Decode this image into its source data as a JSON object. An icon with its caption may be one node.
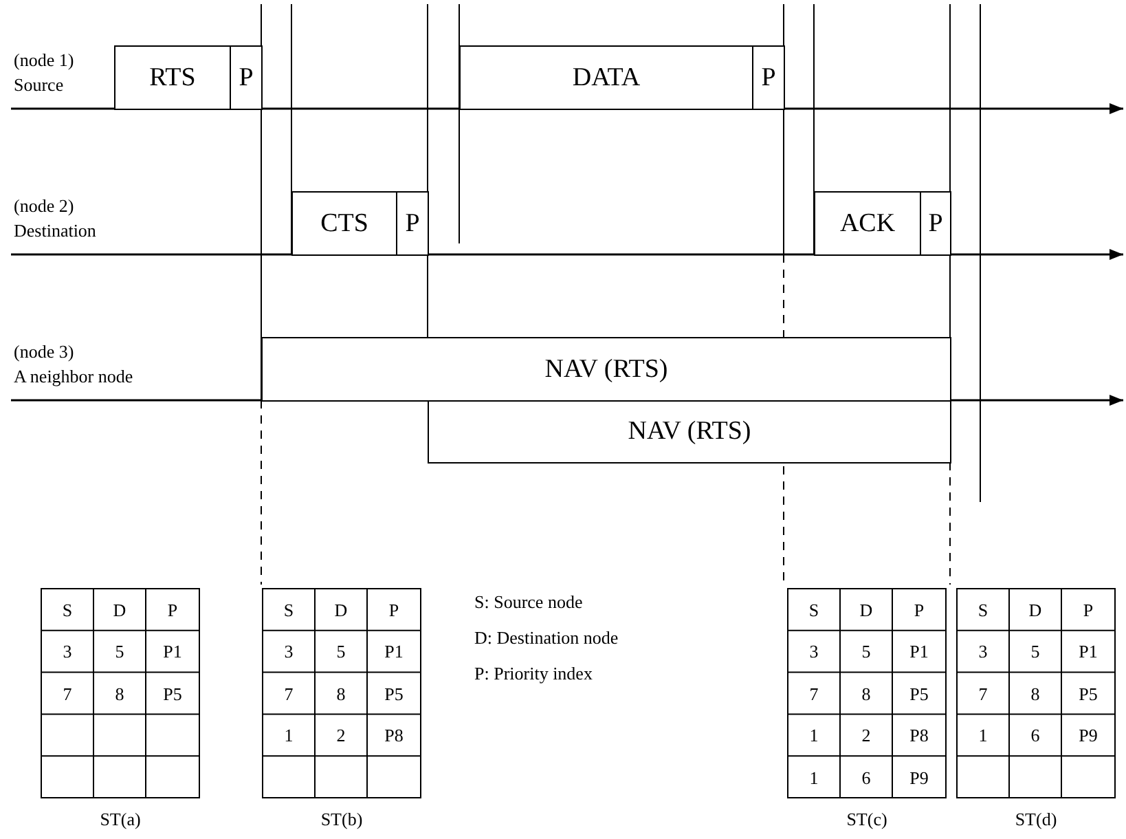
{
  "diagram": {
    "nodes": [
      {
        "text": [
          "RTS"
        ]
      },
      {
        "text": [
          "P"
        ]
      },
      {
        "text": [
          "DATA"
        ]
      },
      {
        "text": [
          "P"
        ]
      },
      {
        "text": [
          "CTS"
        ]
      },
      {
        "text": [
          "P"
        ]
      },
      {
        "text": [
          "ACK"
        ]
      },
      {
        "text": [
          "P"
        ]
      },
      {
        "text": [
          "NAV (RTS)"
        ]
      },
      {
        "text": [
          "NAV (RTS)"
        ]
      }
    ],
    "edges": [],
    "labels": [
      "(node 1)",
      "Source",
      "(node 2)",
      "Destination",
      "(node 3)",
      "A neighbor node",
      "S",
      "D",
      "P",
      "3",
      "5",
      "P1",
      "7",
      "8",
      "P5",
      "ST(a)",
      "S",
      "D",
      "P",
      "3",
      "5",
      "P1",
      "7",
      "8",
      "P5",
      "1",
      "2",
      "P8",
      "ST(b)",
      "S: Source node",
      "D: Destination node",
      "P: Priority index",
      "S",
      "D",
      "P",
      "3",
      "5",
      "P1",
      "7",
      "8",
      "P5",
      "1",
      "2",
      "P8",
      "1",
      "6",
      "P9",
      "ST(c)",
      "S",
      "D",
      "P",
      "3",
      "5",
      "P1",
      "7",
      "8",
      "P5",
      "1",
      "6",
      "P9",
      "ST(d)"
    ]
  }
}
